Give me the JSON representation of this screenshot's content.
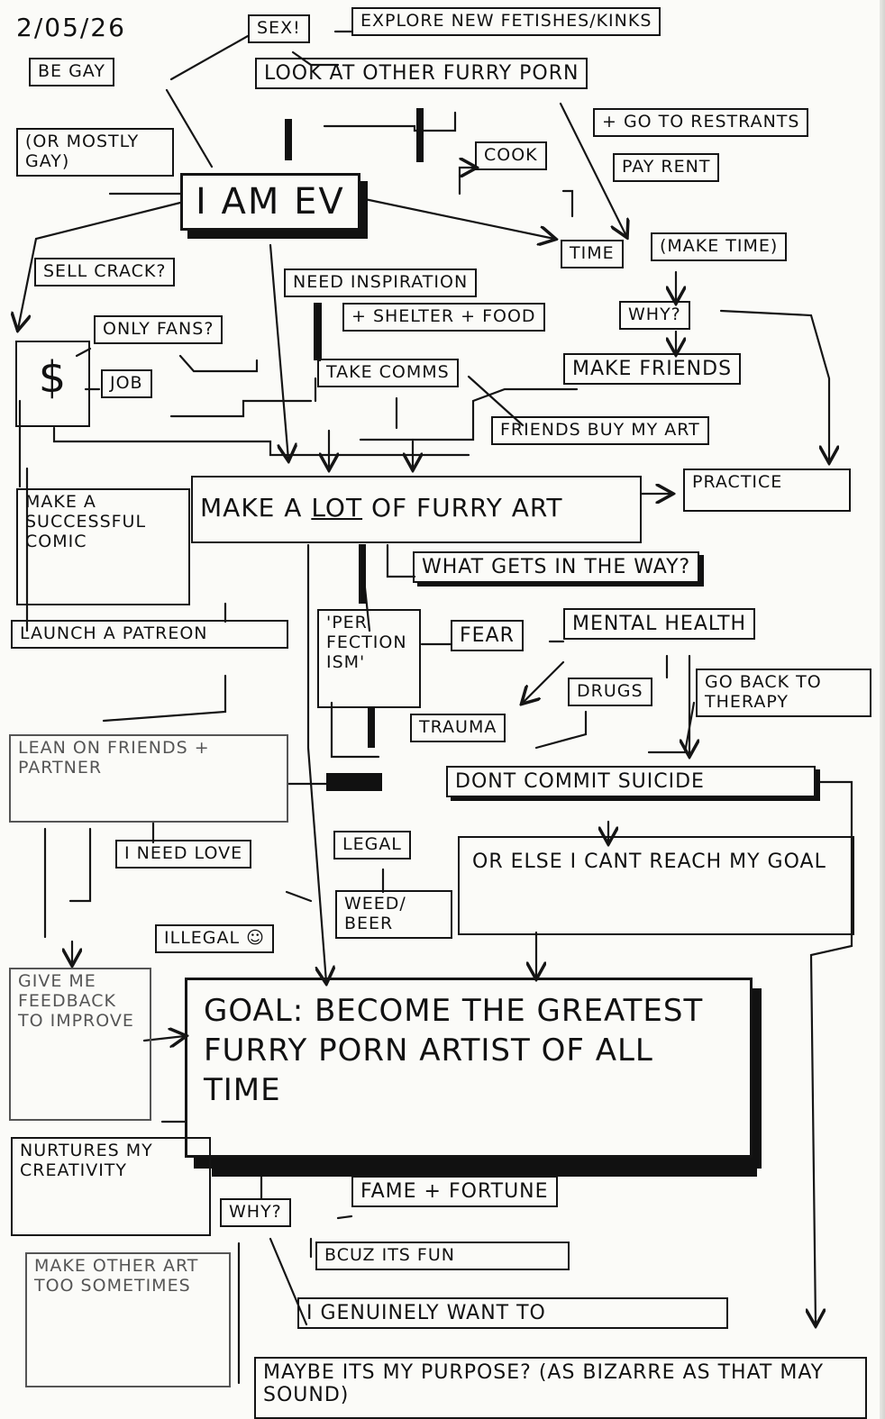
{
  "date": "2/05/26",
  "nodes": {
    "sex": "SEX!",
    "explore": "EXPLORE NEW FETISHES/KINKS",
    "be_gay": "BE GAY",
    "look_porn": "LOOK AT OTHER FURRY PORN",
    "mostly_gay": "(OR MOSTLY GAY)",
    "go_restaurants": "+ GO TO RESTRANTS",
    "cook": "COOK",
    "pay_rent": "PAY RENT",
    "i_am": "I AM EV",
    "sell_crack": "SELL CRACK?",
    "time": "TIME",
    "make_time": "(MAKE TIME)",
    "need_inspiration": "NEED INSPIRATION",
    "shelter_food": "+ SHELTER + FOOD",
    "why_top": "WHY?",
    "only_fans": "ONLY FANS?",
    "dollar": "$",
    "job": "JOB",
    "take_comms": "TAKE COMMS",
    "make_friends": "MAKE FRIENDS",
    "friends_buy": "FRIENDS BUY MY ART",
    "make_comic": "MAKE A SUCCESSFUL COMIC",
    "make_art_a": "MAKE A",
    "make_art_b": "LOT",
    "make_art_c": "OF FURRY ART",
    "practice": "PRACTICE",
    "what_gets": "WHAT GETS IN THE WAY?",
    "perfection": "'PER FECTION ISM'",
    "fear": "FEAR",
    "mental": "MENTAL HEALTH",
    "patreon": "LAUNCH A PATREON",
    "drugs": "DRUGS",
    "therapy": "GO BACK TO THERAPY",
    "trauma": "TRAUMA",
    "lean": "LEAN ON FRIENDS + PARTNER",
    "dont_suicide": "DONT COMMIT SUICIDE",
    "need_love": "I NEED LOVE",
    "legal": "LEGAL",
    "or_else": "OR ELSE I CANT REACH MY GOAL",
    "weed": "WEED/ BEER",
    "illegal": "ILLEGAL ☺",
    "feedback": "GIVE ME FEEDBACK TO IMPROVE",
    "goal": "GOAL: BECOME THE GREATEST FURRY PORN ARTIST OF ALL TIME",
    "nurtures": "NURTURES MY CREATIVITY",
    "why_bottom": "WHY?",
    "fame": "FAME + FORTUNE",
    "fun": "BCUZ ITS FUN",
    "make_other": "MAKE OTHER ART TOO SOMETIMES",
    "genuinely": "I GENUINELY WANT TO",
    "purpose": "MAYBE ITS MY PURPOSE? (AS BIZARRE AS THAT MAY SOUND)"
  }
}
